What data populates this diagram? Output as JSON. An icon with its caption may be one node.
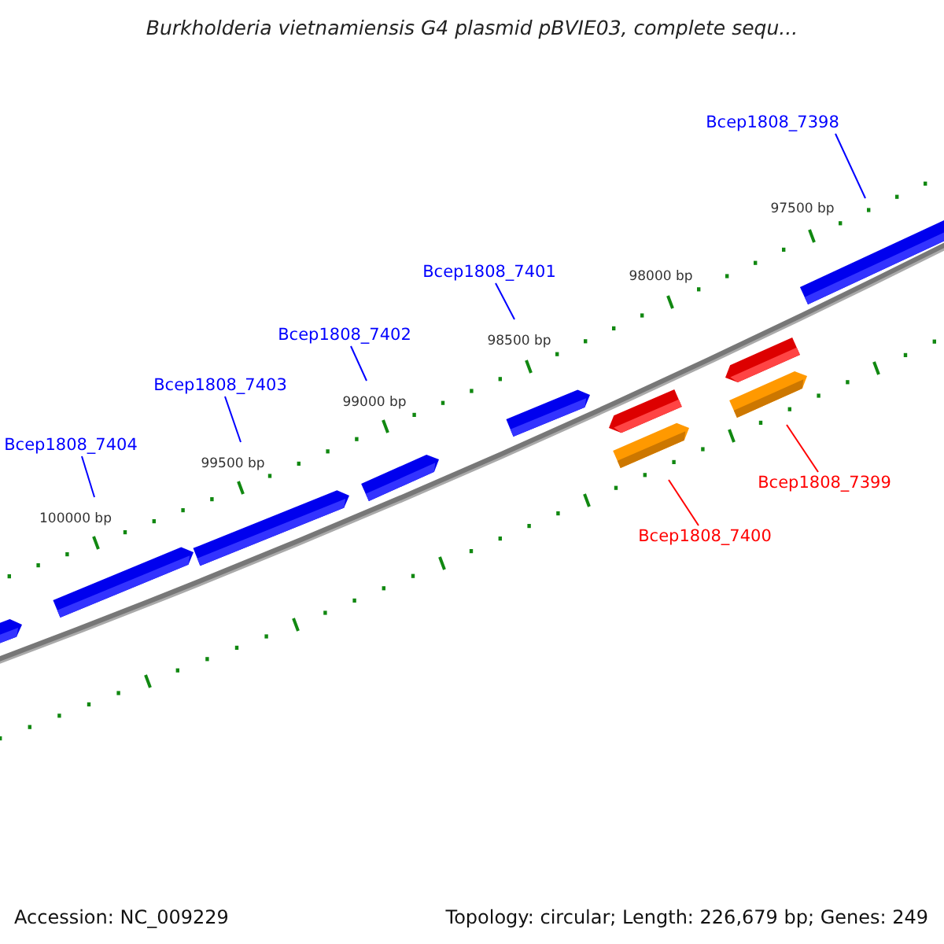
{
  "diagram": {
    "title": "Burkholderia vietnamiensis G4 plasmid pBVIE03, complete sequ...",
    "nodes": [
      {
        "text": [
          "Bcep1808_7404"
        ]
      },
      {
        "text": [
          "Bcep1808_7403"
        ]
      },
      {
        "text": [
          "Bcep1808_7402"
        ]
      },
      {
        "text": [
          "Bcep1808_7401"
        ]
      },
      {
        "text": [
          "Bcep1808_7398"
        ]
      },
      {
        "text": [
          "Bcep1808_7400"
        ]
      },
      {
        "text": [
          "Bcep1808_7399"
        ]
      }
    ],
    "edges": [
      {
        "from": 0,
        "to": null,
        "arrow": "none"
      },
      {
        "from": 1,
        "to": null,
        "arrow": "none"
      },
      {
        "from": 2,
        "to": null,
        "arrow": "none"
      },
      {
        "from": 3,
        "to": null,
        "arrow": "none"
      },
      {
        "from": 4,
        "to": null,
        "arrow": "none"
      },
      {
        "from": 5,
        "to": null,
        "arrow": "none",
        "color": "#ff0000"
      },
      {
        "from": 6,
        "to": null,
        "arrow": "none",
        "color": "#ff0000"
      }
    ],
    "labels": [
      "97500 bp",
      "98000 bp",
      "98500 bp",
      "99000 bp",
      "99500 bp",
      "100000 bp",
      "Accession: NC_009229",
      "Topology: circular; Length: 226,679 bp; Genes: 249"
    ]
  }
}
